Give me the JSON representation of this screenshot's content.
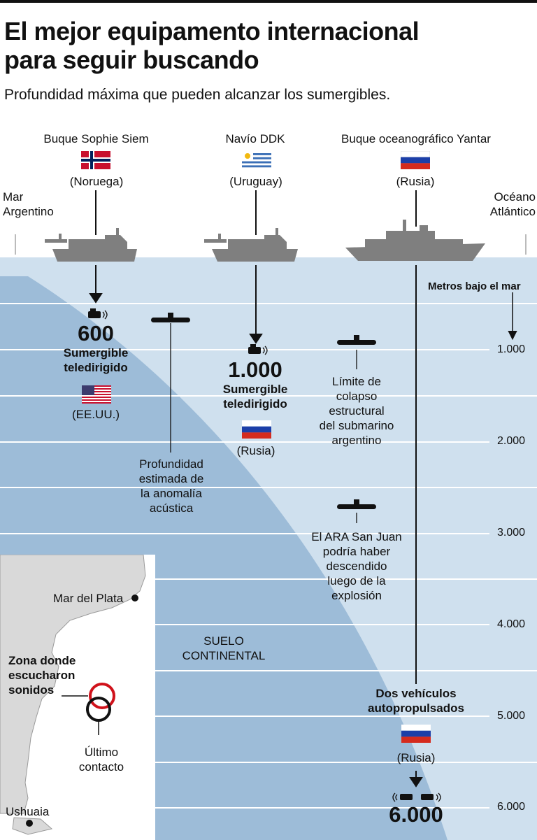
{
  "header": {
    "title_line1": "El mejor equipamento internacional",
    "title_line2": "para seguir buscando",
    "subtitle": "Profundidad máxima que pueden alcanzar los sumergibles."
  },
  "ships": [
    {
      "name": "Buque Sophie Siem",
      "country": "(Noruega)",
      "flag": "norway"
    },
    {
      "name": "Navío DDK",
      "country": "(Uruguay)",
      "flag": "uruguay"
    },
    {
      "name": "Buque oceanográfico Yantar",
      "country": "(Rusia)",
      "flag": "russia"
    }
  ],
  "edges": {
    "left_line1": "Mar",
    "left_line2": "Argentino",
    "right_line1": "Océano",
    "right_line2": "Atlántico"
  },
  "depth_axis": {
    "title": "Metros bajo el mar",
    "ticks": [
      "1.000",
      "2.000",
      "3.000",
      "4.000",
      "5.000",
      "6.000"
    ]
  },
  "submersibles": [
    {
      "depth": "600",
      "label_line1": "Sumergible",
      "label_line2": "teledirigido",
      "country": "(EE.UU.)",
      "flag": "usa"
    },
    {
      "depth": "1.000",
      "label_line1": "Sumergible",
      "label_line2": "teledirigido",
      "country": "(Rusia)",
      "flag": "russia"
    },
    {
      "depth": "6.000",
      "label_line1": "Dos vehículos",
      "label_line2": "autopropulsados",
      "country": "(Rusia)",
      "flag": "russia"
    }
  ],
  "annotations": {
    "anomaly": [
      "Profundidad",
      "estimada de",
      "la anomalía",
      "acústica"
    ],
    "collapse": [
      "Límite de",
      "colapso",
      "estructural",
      "del submarino",
      "argentino"
    ],
    "san_juan": [
      "El ARA San Juan",
      "podría haber",
      "descendido",
      "luego de la",
      "explosión"
    ],
    "shelf": [
      "SUELO",
      "CONTINENTAL"
    ]
  },
  "map": {
    "mar_del_plata": "Mar del Plata",
    "zone_line1": "Zona donde",
    "zone_line2": "escucharon",
    "zone_line3": "sonidos",
    "last_line1": "Último",
    "last_line2": "contacto",
    "ushuaia": "Ushuaia"
  },
  "colors": {
    "sea": "#cfe0ee",
    "shelf": "#9dbcd8",
    "ship": "#7f7f7f",
    "zone_ring": "#d0121b",
    "contact_ring": "#111111"
  }
}
